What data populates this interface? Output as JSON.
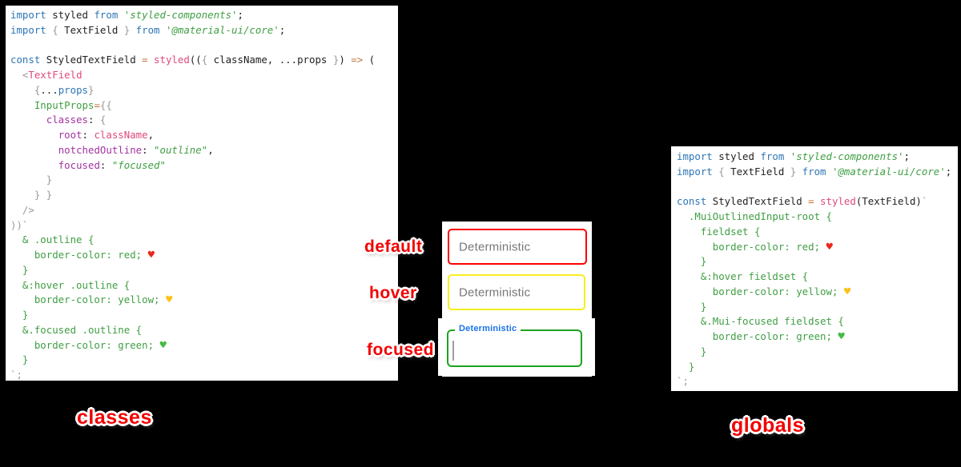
{
  "colors": {
    "keyword_blue": "#2e76b5",
    "string_green": "#3f9e43",
    "pink": "#e0487e",
    "purple": "#a333a0",
    "orange": "#c1763c",
    "gray": "#9a9a9a",
    "plain": "#222222",
    "heart_red": "#e8281e",
    "heart_yellow": "#fcc21b",
    "heart_green": "#44bb44",
    "label_red": "#f20000",
    "placeholder_gray": "#777777",
    "focus_label_blue": "#1a73e8",
    "border_red": "#ff0000",
    "border_yellow": "#f7ee21",
    "border_green": "#1fa31f"
  },
  "left_panel": {
    "lines": [
      [
        [
          "kw",
          "import "
        ],
        [
          "pl",
          "styled "
        ],
        [
          "kw",
          "from "
        ],
        [
          "str",
          "'styled-components'"
        ],
        [
          "pl",
          ";"
        ]
      ],
      [
        [
          "kw",
          "import "
        ],
        [
          "gr",
          "{ "
        ],
        [
          "pl",
          "TextField "
        ],
        [
          "gr",
          "} "
        ],
        [
          "kw",
          "from "
        ],
        [
          "str",
          "'@material-ui/core'"
        ],
        [
          "pl",
          ";"
        ]
      ],
      [],
      [
        [
          "kw",
          "const "
        ],
        [
          "pl",
          "StyledTextField "
        ],
        [
          "or",
          "= "
        ],
        [
          "pk",
          "styled"
        ],
        [
          "pl",
          "(("
        ],
        [
          "gr",
          "{ "
        ],
        [
          "pl",
          "className, ...props "
        ],
        [
          "gr",
          "}"
        ],
        [
          "pl",
          ") "
        ],
        [
          "or",
          "=> "
        ],
        [
          "pl",
          "("
        ]
      ],
      [
        [
          "gr",
          "  <"
        ],
        [
          "pk",
          "TextField"
        ]
      ],
      [
        [
          "gr",
          "    {"
        ],
        [
          "pl",
          "..."
        ],
        [
          "kw",
          "props"
        ],
        [
          "gr",
          "}"
        ]
      ],
      [
        [
          "pl",
          "    "
        ],
        [
          "gn",
          "InputProps"
        ],
        [
          "or",
          "="
        ],
        [
          "gr",
          "{{"
        ]
      ],
      [
        [
          "pl",
          "      "
        ],
        [
          "pu",
          "classes"
        ],
        [
          "pl",
          ": "
        ],
        [
          "gr",
          "{"
        ]
      ],
      [
        [
          "pl",
          "        "
        ],
        [
          "pu",
          "root"
        ],
        [
          "pl",
          ": "
        ],
        [
          "pk",
          "className"
        ],
        [
          "pl",
          ","
        ]
      ],
      [
        [
          "pl",
          "        "
        ],
        [
          "pu",
          "notchedOutline"
        ],
        [
          "pl",
          ": "
        ],
        [
          "str",
          "\"outline\""
        ],
        [
          "pl",
          ","
        ]
      ],
      [
        [
          "pl",
          "        "
        ],
        [
          "pu",
          "focused"
        ],
        [
          "pl",
          ": "
        ],
        [
          "str",
          "\"focused\""
        ]
      ],
      [
        [
          "gr",
          "      }"
        ]
      ],
      [
        [
          "gr",
          "    } }"
        ]
      ],
      [
        [
          "gr",
          "  />"
        ]
      ],
      [
        [
          "gr",
          "))`"
        ]
      ],
      [
        [
          "gn",
          "  & .outline {"
        ]
      ],
      [
        [
          "gn",
          "    border-color: red; "
        ],
        [
          "hr",
          "♥"
        ]
      ],
      [
        [
          "gn",
          "  }"
        ]
      ],
      [
        [
          "gn",
          "  &:hover .outline {"
        ]
      ],
      [
        [
          "gn",
          "    border-color: yellow; "
        ],
        [
          "hy",
          "♥"
        ]
      ],
      [
        [
          "gn",
          "  }"
        ]
      ],
      [
        [
          "gn",
          "  &.focused .outline {"
        ]
      ],
      [
        [
          "gn",
          "    border-color: green; "
        ],
        [
          "hg",
          "♥"
        ]
      ],
      [
        [
          "gn",
          "  }"
        ]
      ],
      [
        [
          "gr",
          "`;"
        ]
      ]
    ]
  },
  "right_panel": {
    "lines": [
      [
        [
          "kw",
          "import "
        ],
        [
          "pl",
          "styled "
        ],
        [
          "kw",
          "from "
        ],
        [
          "str",
          "'styled-components'"
        ],
        [
          "pl",
          ";"
        ]
      ],
      [
        [
          "kw",
          "import "
        ],
        [
          "gr",
          "{ "
        ],
        [
          "pl",
          "TextField "
        ],
        [
          "gr",
          "} "
        ],
        [
          "kw",
          "from "
        ],
        [
          "str",
          "'@material-ui/core'"
        ],
        [
          "pl",
          ";"
        ]
      ],
      [],
      [
        [
          "kw",
          "const "
        ],
        [
          "pl",
          "StyledTextField "
        ],
        [
          "or",
          "= "
        ],
        [
          "pk",
          "styled"
        ],
        [
          "pl",
          "(TextField)"
        ],
        [
          "gr",
          "`"
        ]
      ],
      [
        [
          "gn",
          "  .MuiOutlinedInput-root {"
        ]
      ],
      [
        [
          "gn",
          "    fieldset {"
        ]
      ],
      [
        [
          "gn",
          "      border-color: red; "
        ],
        [
          "hr",
          "♥"
        ]
      ],
      [
        [
          "gn",
          "    }"
        ]
      ],
      [
        [
          "gn",
          "    &:hover fieldset {"
        ]
      ],
      [
        [
          "gn",
          "      border-color: yellow; "
        ],
        [
          "hy",
          "♥"
        ]
      ],
      [
        [
          "gn",
          "    }"
        ]
      ],
      [
        [
          "gn",
          "    &.Mui-focused fieldset {"
        ]
      ],
      [
        [
          "gn",
          "      border-color: green; "
        ],
        [
          "hg",
          "♥"
        ]
      ],
      [
        [
          "gn",
          "    }"
        ]
      ],
      [
        [
          "gn",
          "  }"
        ]
      ],
      [
        [
          "gr",
          "`;"
        ]
      ]
    ]
  },
  "fields": {
    "default_label": "default",
    "hover_label": "hover",
    "focused_label": "focused",
    "default": {
      "value": "Deterministic",
      "border": "#ff0000"
    },
    "hover": {
      "value": "Deterministic",
      "border": "#f7ee21"
    },
    "focused": {
      "floating_label": "Deterministic",
      "border": "#1fa31f"
    }
  },
  "captions": {
    "left": "classes",
    "right": "globals"
  }
}
